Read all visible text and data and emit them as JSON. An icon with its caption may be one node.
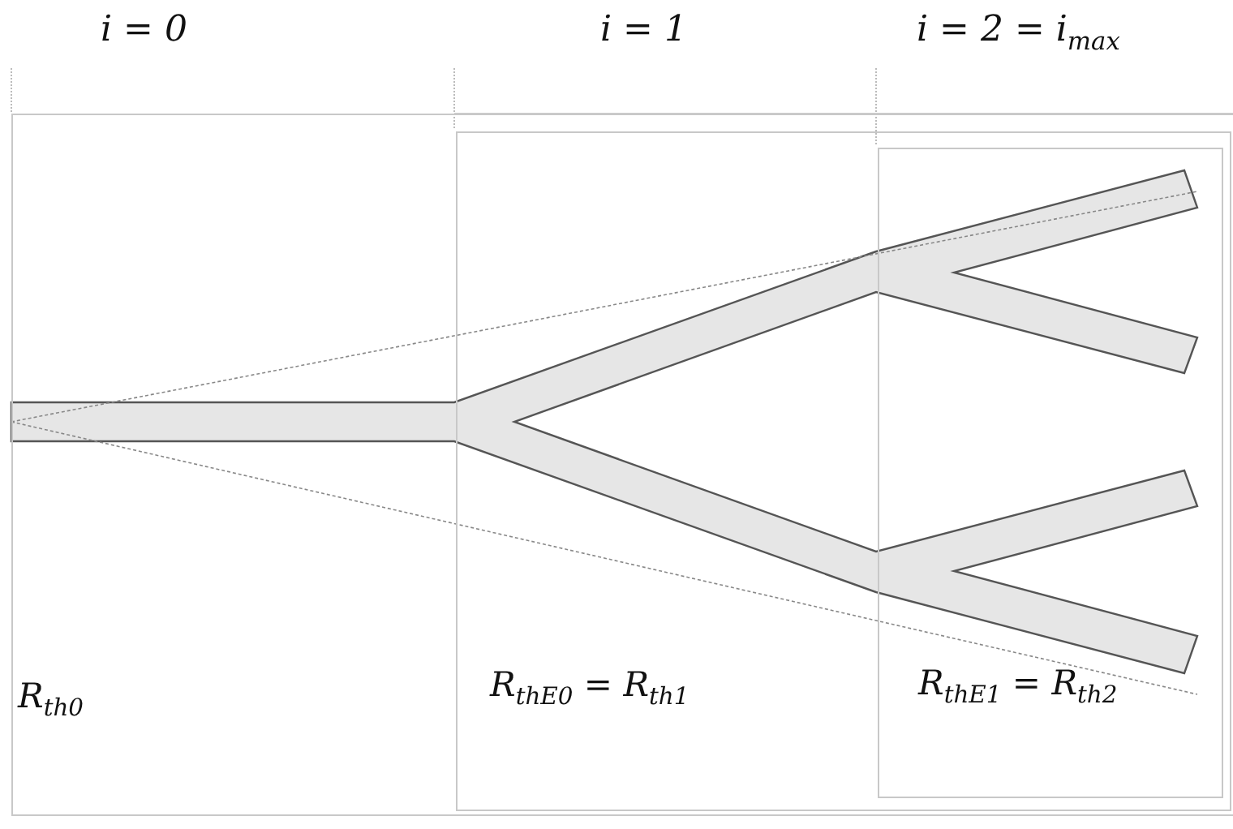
{
  "diagram": {
    "nodes": [
      {
        "text": [
          "R$_{th0}$"
        ]
      },
      {
        "text": [
          "R$_{thE0}$ = R$_{th1}$"
        ],
        "in": 0
      },
      {
        "text": [
          "R$_{thE1}$ = R$_{th2}$"
        ],
        "in": 1
      }
    ],
    "labels": [
      "i = 0",
      "i = 1",
      "i = 2 = i$_{max}$"
    ]
  }
}
